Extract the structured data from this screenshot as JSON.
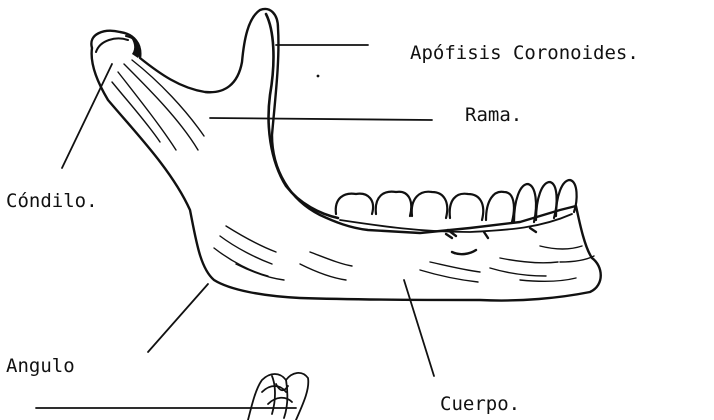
{
  "labels": {
    "coronoid_process": "Apófisis Coronoides.",
    "ramus": "Rama.",
    "condyle": "Cóndilo.",
    "angle": "Angulo",
    "body": "Cuerpo."
  },
  "colors": {
    "ink": "#111111",
    "paper": "#ffffff"
  }
}
